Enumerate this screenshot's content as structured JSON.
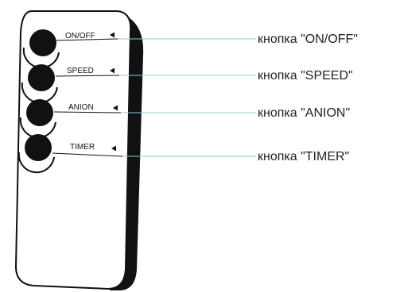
{
  "remote": {
    "buttons": [
      {
        "id": "onoff",
        "label": "ON/OFF",
        "callout": "кнопка \"ON/OFF\""
      },
      {
        "id": "speed",
        "label": "SPEED",
        "callout": "кнопка \"SPEED\""
      },
      {
        "id": "anion",
        "label": "ANION",
        "callout": "кнопка \"ANION\""
      },
      {
        "id": "timer",
        "label": "TIMER",
        "callout": "кнопка \"TIMER\""
      }
    ]
  },
  "colors": {
    "outline": "#111111",
    "button": "#111111",
    "leader_line": "#8fc9da",
    "text": "#222222"
  }
}
